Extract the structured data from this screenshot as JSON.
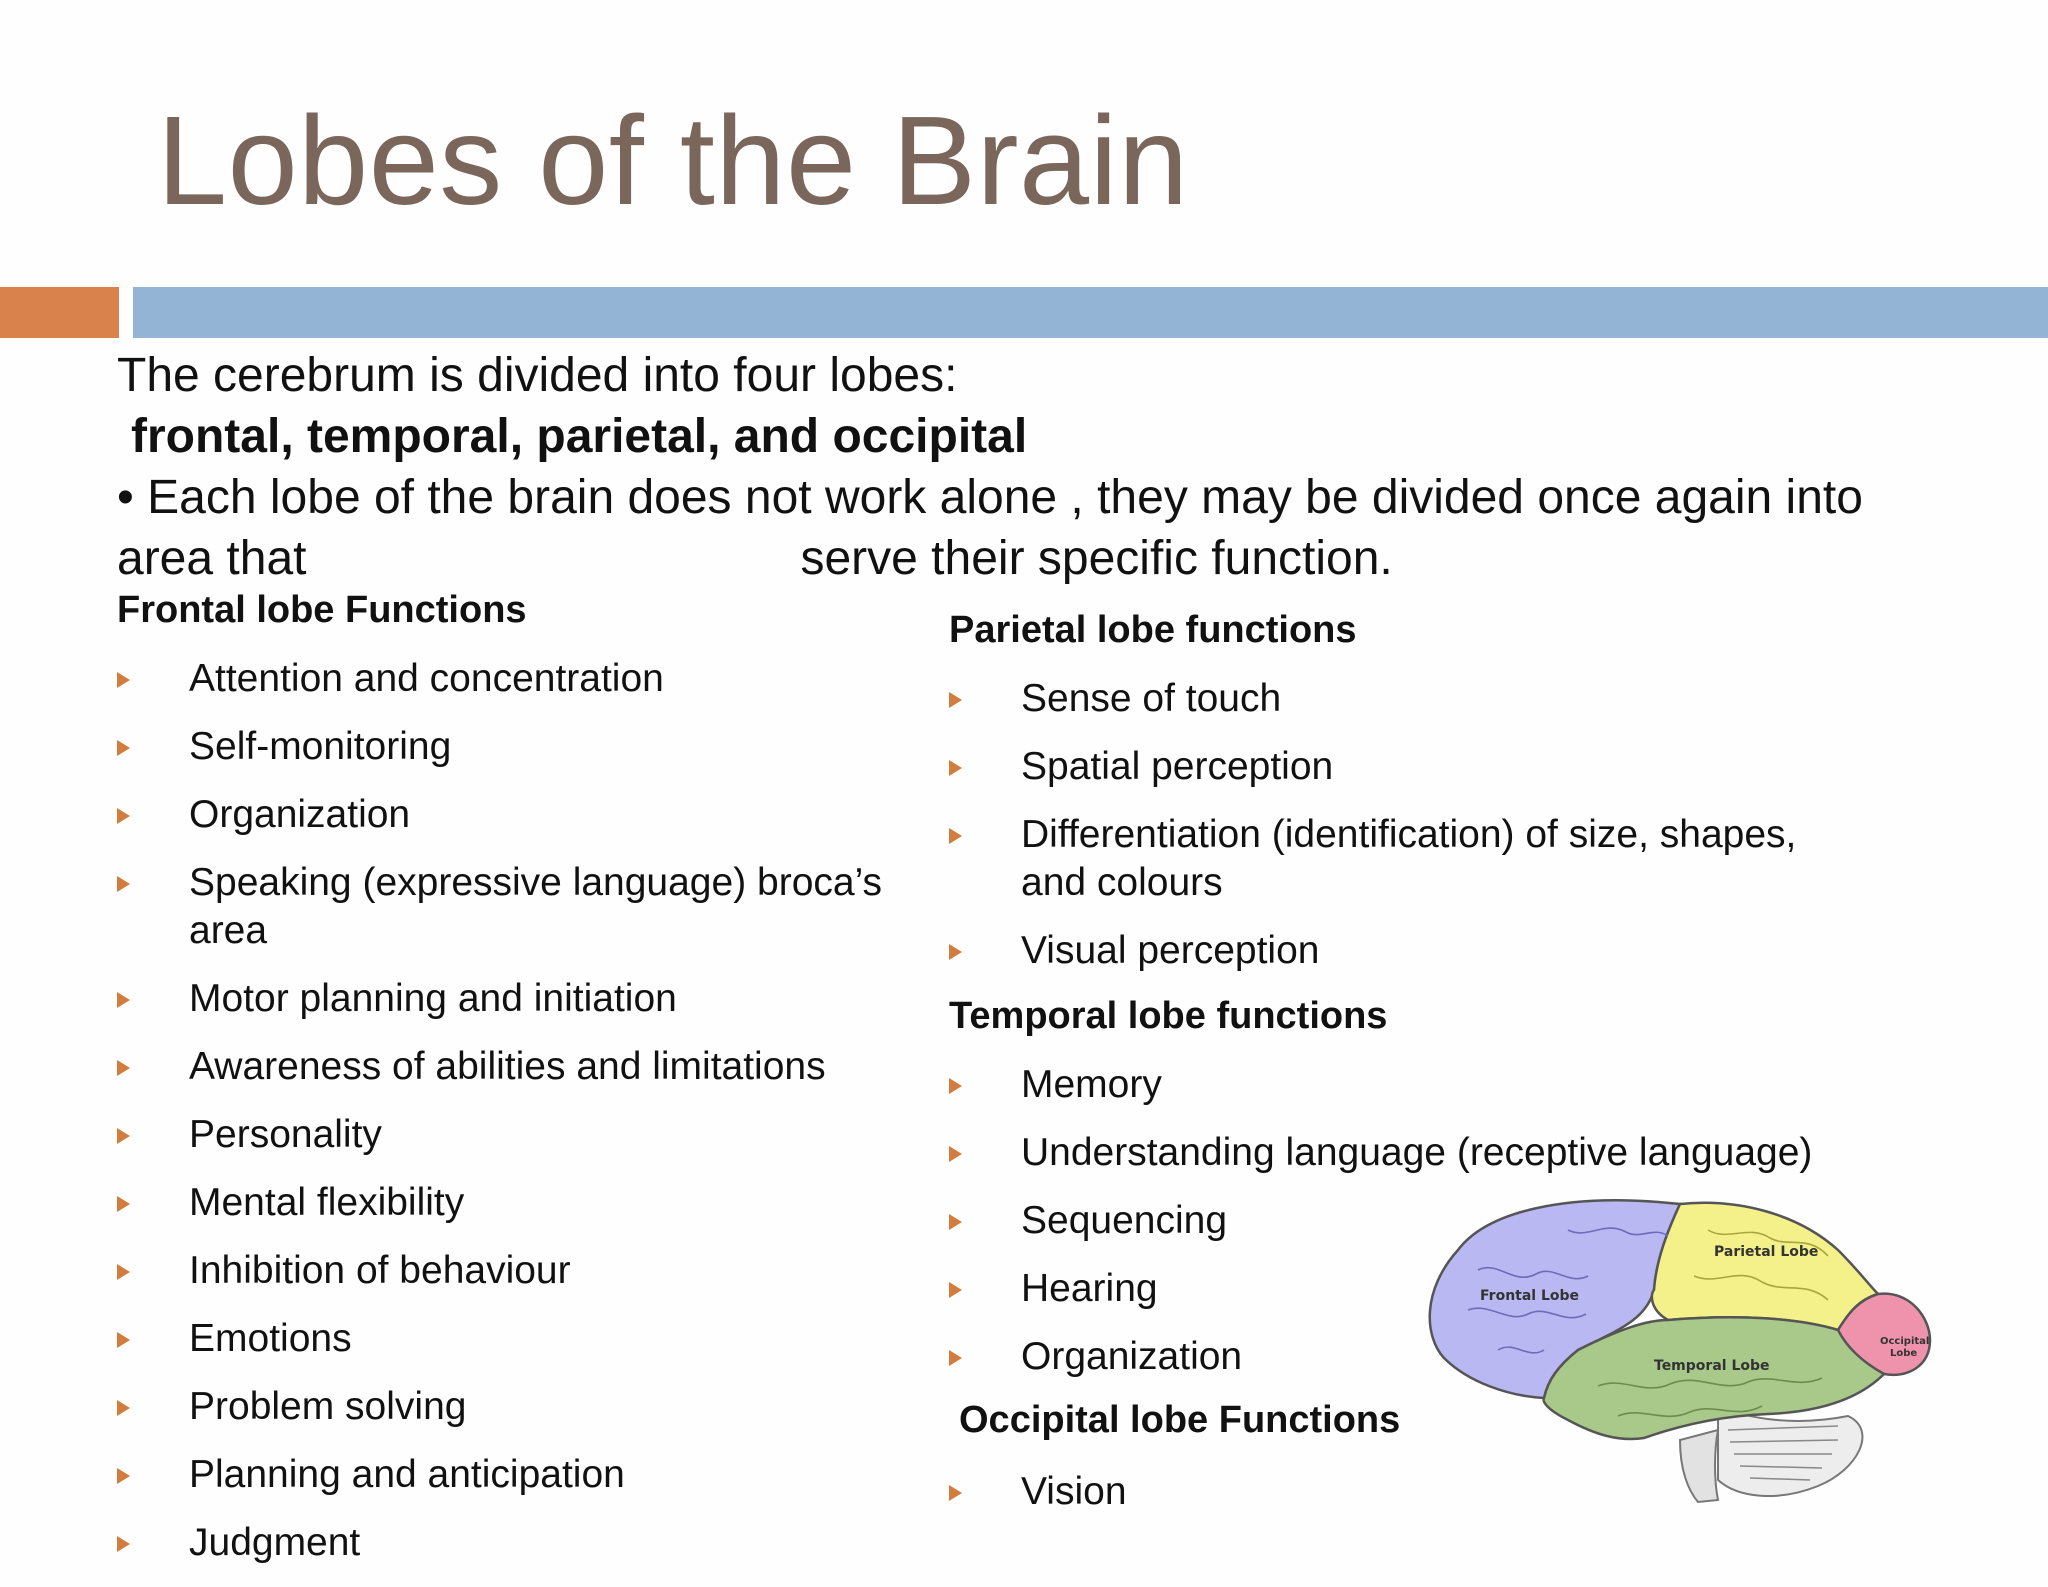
{
  "title": "Lobes of the Brain",
  "intro": {
    "line1": "The cerebrum is divided into four lobes:",
    "line2": "frontal, temporal, parietal, and occipital",
    "line3": "• Each lobe of the brain does not work alone , they may be divided once again into",
    "line4a": "area that",
    "line4b": "serve their specific function."
  },
  "frontal": {
    "heading": "Frontal lobe Functions",
    "items": [
      "Attention and concentration",
      "Self-monitoring",
      "Organization",
      "Speaking (expressive language) broca’s",
      "area",
      "Motor planning and initiation",
      "Awareness of abilities and limitations",
      "Personality",
      "Mental flexibility",
      "Inhibition of behaviour",
      "Emotions",
      "Problem solving",
      "Planning and anticipation",
      "Judgment"
    ]
  },
  "parietal": {
    "heading": "Parietal lobe functions",
    "items": [
      "Sense of touch",
      "Spatial perception",
      "Differentiation (identification) of size, shapes,",
      "and colours",
      "Visual perception"
    ]
  },
  "temporal": {
    "heading": "Temporal lobe functions",
    "items": [
      "Memory",
      "Understanding language (receptive language)",
      "Sequencing",
      "Hearing",
      "Organization"
    ]
  },
  "occipital": {
    "heading": "Occipital lobe Functions",
    "items": [
      "Vision"
    ]
  },
  "brain_labels": {
    "frontal": "Frontal Lobe",
    "parietal": "Parietal Lobe",
    "temporal": "Temporal Lobe",
    "occipital1": "Occipital",
    "occipital2": "Lobe"
  },
  "colors": {
    "title": "#7a665a",
    "accent_orange": "#d9824b",
    "accent_blue": "#93b4d4",
    "bullet": "#d27c3e",
    "frontal_lobe": "#b9b8f2",
    "parietal_lobe": "#f4f08a",
    "temporal_lobe": "#a9c98a",
    "occipital_lobe": "#ef93ad"
  }
}
